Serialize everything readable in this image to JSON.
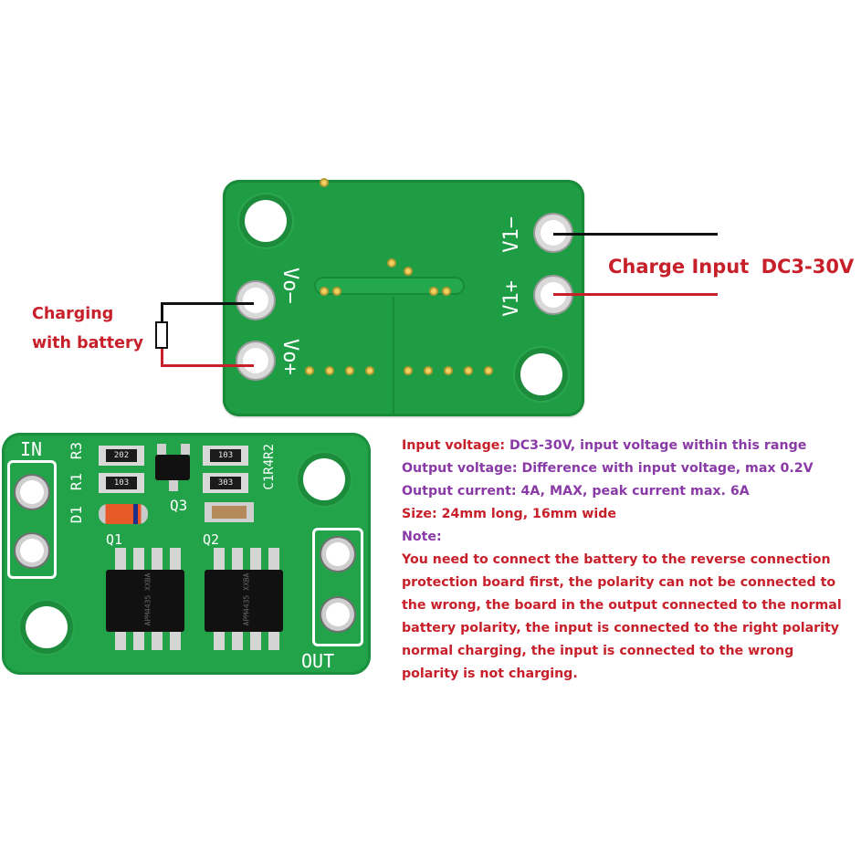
{
  "labels": {
    "charge_input": "Charge Input",
    "charge_voltage": "DC3-30V",
    "charging_line1": "Charging",
    "charging_line2": "with battery"
  },
  "top_board": {
    "silk_vo_minus": "Vo−",
    "silk_vo_plus": "Vo+",
    "silk_v1_minus": "V1−",
    "silk_v1_plus": "V1+"
  },
  "bottom_board": {
    "in": "IN",
    "out": "OUT",
    "r3": "R3",
    "r1": "R1",
    "d1": "D1",
    "q3": "Q3",
    "q1": "Q1",
    "q2": "Q2",
    "c1r4r2": "C1R4R2",
    "res_202": "202",
    "res_103a": "103",
    "res_103b": "103",
    "res_303": "303",
    "chip1": "APM4435 XXBA",
    "chip2": "APM4435 XXBA"
  },
  "specs": {
    "input_label": "Input voltage:",
    "input_value": " DC3-30V, input voltage within this range",
    "output_v_label": "Output voltage:",
    "output_v_value": " Difference with input voltage, max 0.2V",
    "output_c_label": "Output current:",
    "output_c_value": " 4A, MAX, peak current max. 6A",
    "size_label": "Size:",
    "size_value": " 24mm long, 16mm wide",
    "note_label": "Note:",
    "note_text": "You need to connect the battery to the reverse connection protection board first, the polarity can not be connected to the wrong, the board in the output connected to the normal battery polarity, the input is connected to the right polarity normal charging, the input is connected to the wrong polarity is not charging."
  },
  "colors": {
    "label_red": "#c8202a",
    "spec_purple": "#8a3aa6",
    "pcb_green": "#1f9d44"
  }
}
